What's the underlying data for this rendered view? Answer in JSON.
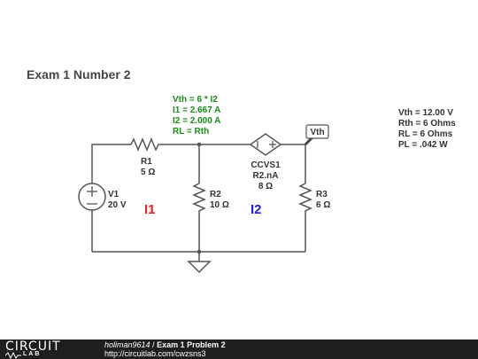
{
  "title": "Exam 1 Number 2",
  "equations": [
    "Vth = 6 * I2",
    "I1 = 2.667 A",
    "I2 = 2.000 A",
    "RL = Rth"
  ],
  "results": [
    "Vth = 12.00 V",
    "Rth = 6 Ohms",
    "RL = 6 Ohms",
    "PL = .042 W"
  ],
  "components": {
    "r1": {
      "name": "R1",
      "value": "5 Ω"
    },
    "r2": {
      "name": "R2",
      "value": "10 Ω"
    },
    "r3": {
      "name": "R3",
      "value": "6 Ω"
    },
    "v1": {
      "name": "V1",
      "value": "20 V"
    },
    "ccvs": {
      "name": "CCVS1",
      "expr": "R2.nA",
      "value": "8 Ω"
    },
    "probe": "Vth"
  },
  "meshes": {
    "m1": "I1",
    "m2": "I2"
  },
  "footer": {
    "logo_top": "CIRCUIT",
    "logo_bottom": "LAB",
    "user": "holiman9614",
    "separator": " / ",
    "project_title": "Exam 1 Problem 2",
    "url": "http://circuitlab.com/cwzsns3"
  }
}
